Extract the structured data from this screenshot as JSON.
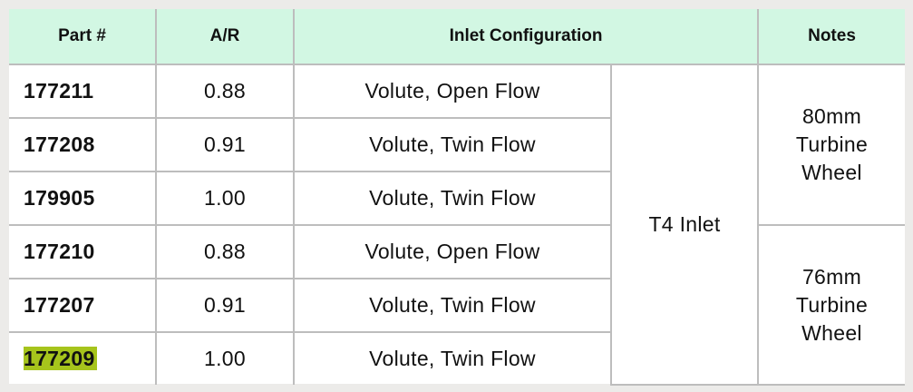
{
  "headers": {
    "part": "Part #",
    "ar": "A/R",
    "inlet": "Inlet Configuration",
    "notes": "Notes"
  },
  "rows": [
    {
      "part": "177211",
      "ar": "0.88",
      "config": "Volute, Open Flow"
    },
    {
      "part": "177208",
      "ar": "0.91",
      "config": "Volute, Twin Flow"
    },
    {
      "part": "179905",
      "ar": "1.00",
      "config": "Volute, Twin Flow"
    },
    {
      "part": "177210",
      "ar": "0.88",
      "config": "Volute, Open Flow"
    },
    {
      "part": "177207",
      "ar": "0.91",
      "config": "Volute, Twin Flow"
    },
    {
      "part": "177209",
      "ar": "1.00",
      "config": "Volute, Twin Flow",
      "highlighted": true
    }
  ],
  "inlet_type": "T4 Inlet",
  "notes": [
    {
      "lines": [
        "80mm",
        "Turbine",
        "Wheel"
      ]
    },
    {
      "lines": [
        "76mm",
        "Turbine",
        "Wheel"
      ]
    }
  ],
  "colors": {
    "header_bg": "#d2f7e3",
    "highlight": "#a6c41c",
    "border": "#bdbdbd",
    "page_bg": "#ecebe9"
  }
}
